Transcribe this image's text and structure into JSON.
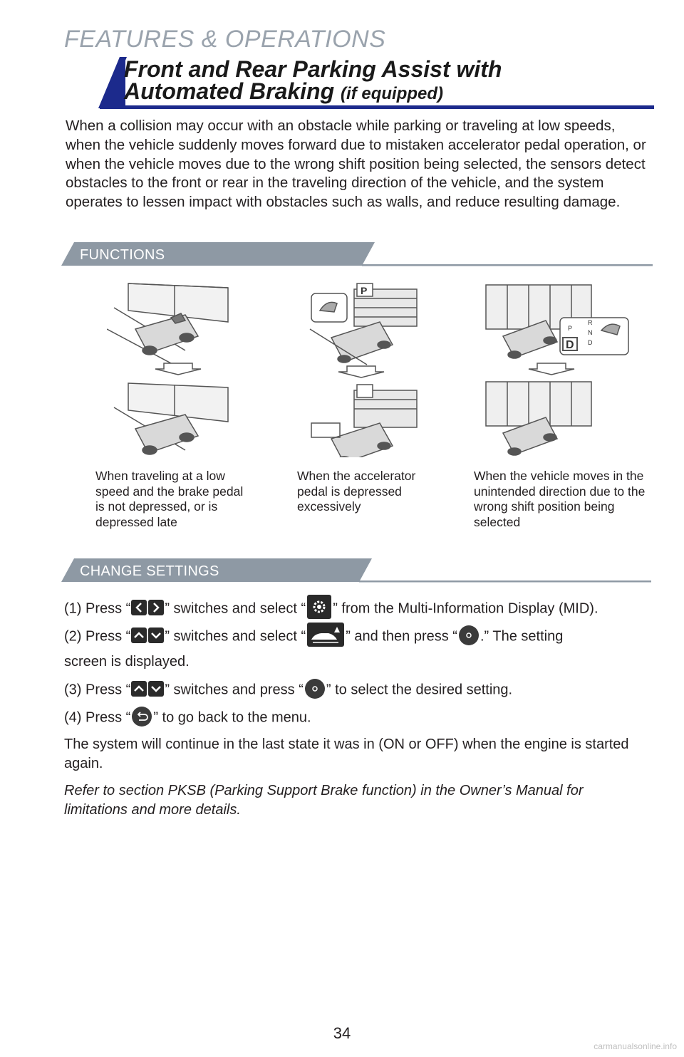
{
  "header": {
    "section": "FEATURES & OPERATIONS",
    "title_line1": "Front and Rear Parking Assist with",
    "title_line2": "Automated Braking",
    "title_qualifier": "(if equipped)"
  },
  "intro": "When a collision may occur with an obstacle while parking or traveling at low speeds, when the vehicle suddenly moves forward due to mistaken accelerator pedal operation, or when the vehicle moves due to the wrong shift position being selected, the sensors detect obstacles to the front or rear in the traveling direction of the vehicle, and the system operates to lessen impact with obstacles such as walls, and reduce resulting damage.",
  "functions": {
    "heading": "FUNCTIONS",
    "panels": [
      {
        "caption": "When traveling at a low speed and the brake pedal is not depressed, or is depressed late"
      },
      {
        "caption": "When the accelerator pedal is depressed excessively"
      },
      {
        "caption": "When the vehicle moves in the unintended direction due to the wrong shift position being selected"
      }
    ],
    "sign_p": "P",
    "shift_letters": [
      "P",
      "R",
      "N",
      "D",
      "D"
    ]
  },
  "settings": {
    "heading": "CHANGE SETTINGS",
    "step1": {
      "a": "(1) Press “",
      "b": "” switches and select “",
      "c": "” from the Multi-Information Display (MID)."
    },
    "step2": {
      "a": "(2) Press “",
      "b": "” switches and select “",
      "c": "” and then press “",
      "d": ".” The setting"
    },
    "step2_cont": "screen is displayed.",
    "step3": {
      "a": "(3) Press “",
      "b": "” switches and press “",
      "c": "” to select  the desired setting."
    },
    "step4": {
      "a": "(4) Press “",
      "b": "” to go back to the menu."
    },
    "note": "The system will continue in the last state it was in (ON or OFF) when the engine is started again.",
    "refer": "Refer to section PKSB (Parking Support Brake function) in the Owner’s Manual for limitations and more details."
  },
  "footer": {
    "page_number": "34",
    "watermark": "carmanualsonline.info"
  },
  "colors": {
    "accent_navy": "#1c2a8c",
    "band_gray": "#8e99a4",
    "section_gray": "#9aa3ad"
  },
  "icons": [
    "left-arrow-icon",
    "right-arrow-icon",
    "gear-icon",
    "up-arrow-icon",
    "down-arrow-icon",
    "ok-button-icon",
    "vehicle-warning-icon",
    "back-icon"
  ]
}
